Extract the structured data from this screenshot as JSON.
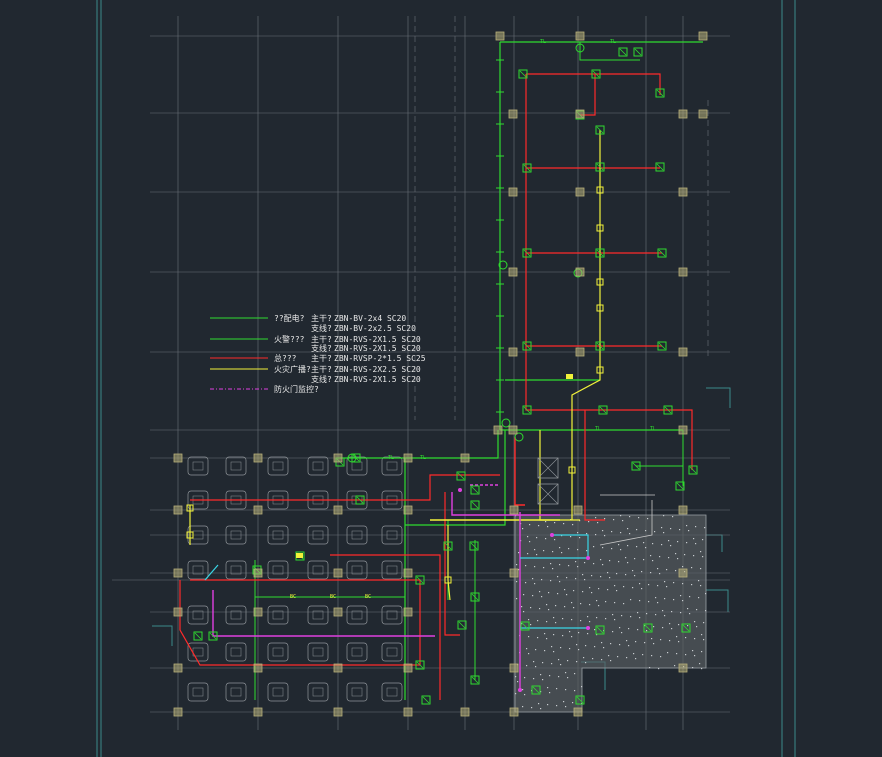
{
  "drawing": {
    "background": "#212830",
    "colors": {
      "grid": "#6b7178",
      "column": "#b8b07a",
      "power_feeder": "#2fdc2f",
      "fire_alarm_bus": "#ff2a2a",
      "broadcast": "#f2f23a",
      "fire_phone": "#e040e0",
      "link": "#3ad6e6",
      "frame": "#3a8a8a",
      "hatch": "#9aa0a6"
    },
    "legend": [
      {
        "line_color": "power_feeder",
        "label": "??配电?",
        "trunk": "主干?",
        "spec": "ZBN-BV-2x4   SC20"
      },
      {
        "line_color": "",
        "label": "",
        "trunk": "支线?",
        "spec": "ZBN-BV-2x2.5  SC20"
      },
      {
        "line_color": "power_feeder",
        "label": "火警???",
        "trunk": "主干?",
        "spec": "ZBN-RVS-2X1.5 SC20"
      },
      {
        "line_color": "",
        "label": "",
        "trunk": "支线?",
        "spec": "ZBN-RVS-2X1.5 SC20"
      },
      {
        "line_color": "fire_alarm_bus",
        "label": "总???",
        "trunk": "主干?",
        "spec": "ZBN-RVSP-2*1.5 SC25"
      },
      {
        "line_color": "broadcast",
        "label": "火灾广播?",
        "trunk": "主干?",
        "spec": "ZBN-RVS-2X2.5 SC20"
      },
      {
        "line_color": "",
        "label": "",
        "trunk": "支线?",
        "spec": "ZBN-RVS-2X1.5 SC20"
      },
      {
        "line_color": "fire_phone",
        "label": "防火门监控?",
        "trunk": "",
        "spec": ""
      }
    ],
    "wire_tags": [
      "TL",
      "BC"
    ]
  }
}
